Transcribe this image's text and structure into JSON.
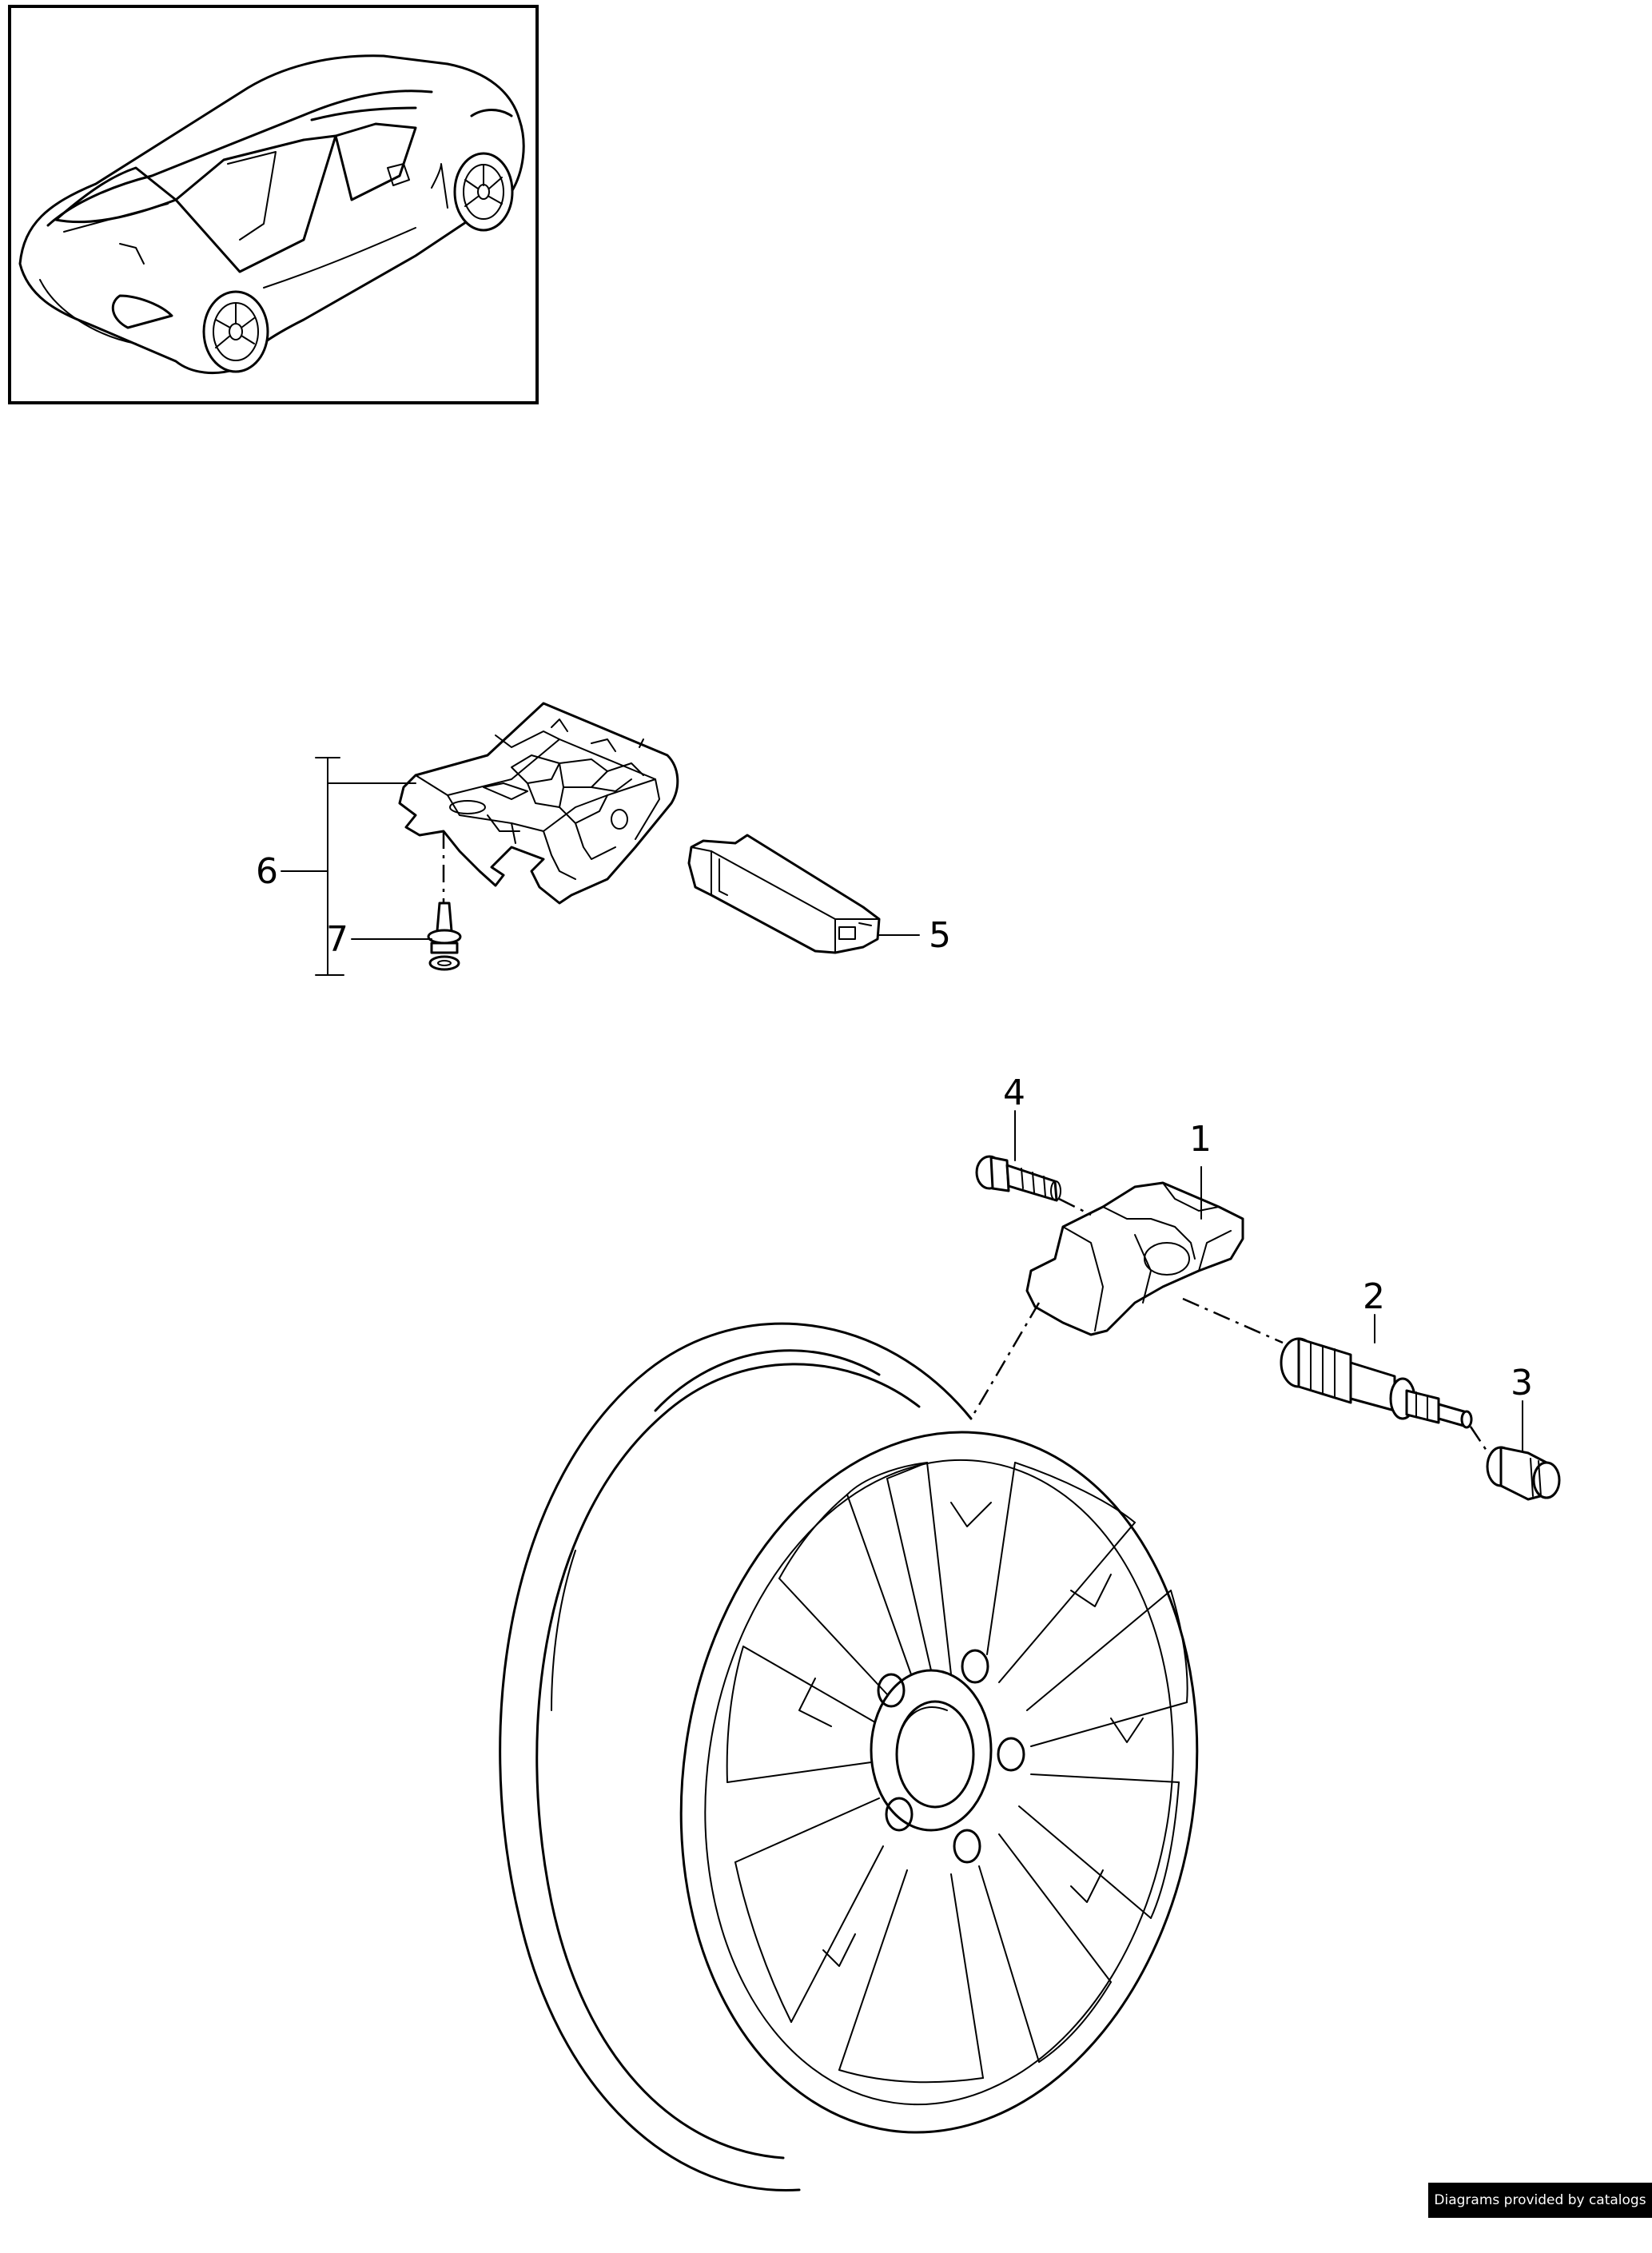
{
  "callouts": [
    {
      "id": "1",
      "text": "1"
    },
    {
      "id": "2",
      "text": "2"
    },
    {
      "id": "3",
      "text": "3"
    },
    {
      "id": "4",
      "text": "4"
    },
    {
      "id": "5",
      "text": "5"
    },
    {
      "id": "6",
      "text": "6"
    },
    {
      "id": "7",
      "text": "7"
    }
  ],
  "footer": {
    "credit": "Diagrams provided by catalogs parts"
  }
}
